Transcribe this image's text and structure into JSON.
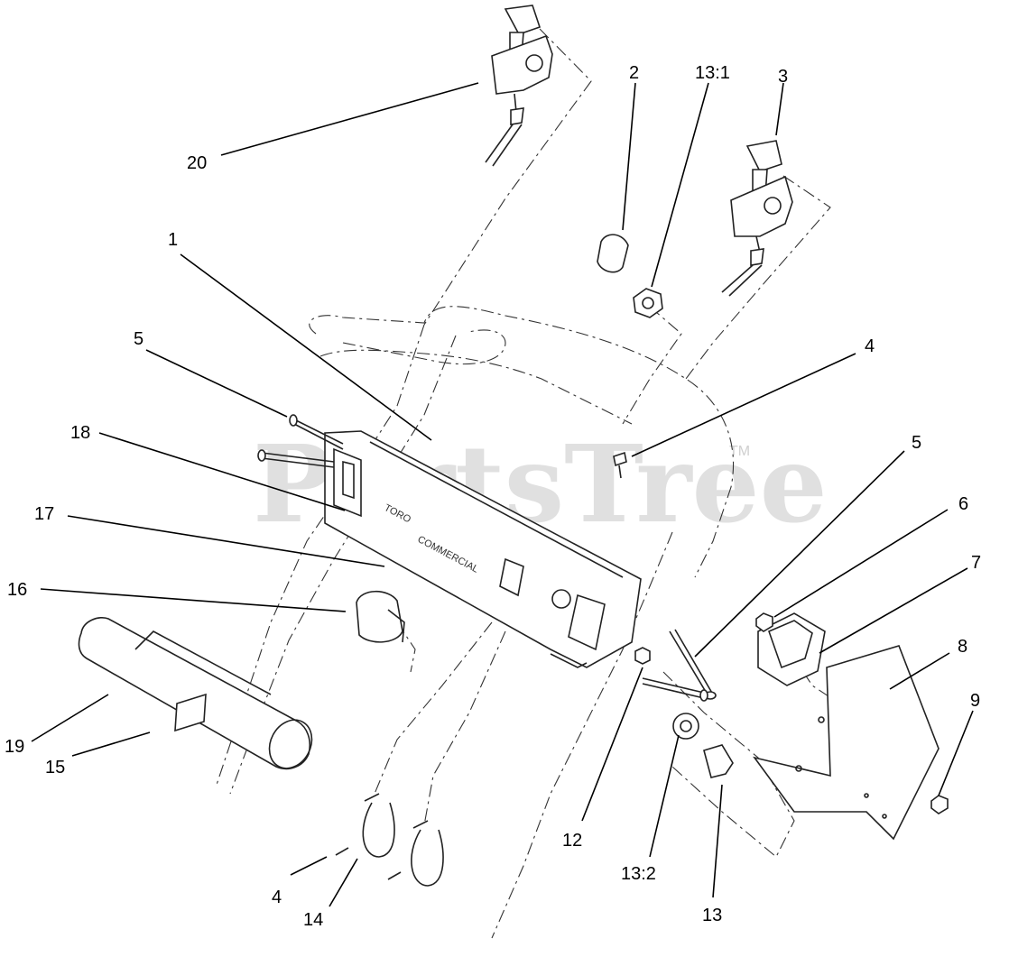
{
  "watermark": {
    "text": "PartsTree",
    "tm": "TM"
  },
  "decal": {
    "brand": "TORO",
    "line": "COMMERCIAL"
  },
  "callouts": [
    {
      "label": "20"
    },
    {
      "label": "2"
    },
    {
      "label": "13:1"
    },
    {
      "label": "3"
    },
    {
      "label": "1"
    },
    {
      "label": "5"
    },
    {
      "label": "4"
    },
    {
      "label": "18"
    },
    {
      "label": "5"
    },
    {
      "label": "17"
    },
    {
      "label": "6"
    },
    {
      "label": "7"
    },
    {
      "label": "16"
    },
    {
      "label": "8"
    },
    {
      "label": "9"
    },
    {
      "label": "19"
    },
    {
      "label": "15"
    },
    {
      "label": "12"
    },
    {
      "label": "13:2"
    },
    {
      "label": "4"
    },
    {
      "label": "14"
    },
    {
      "label": "13"
    }
  ]
}
